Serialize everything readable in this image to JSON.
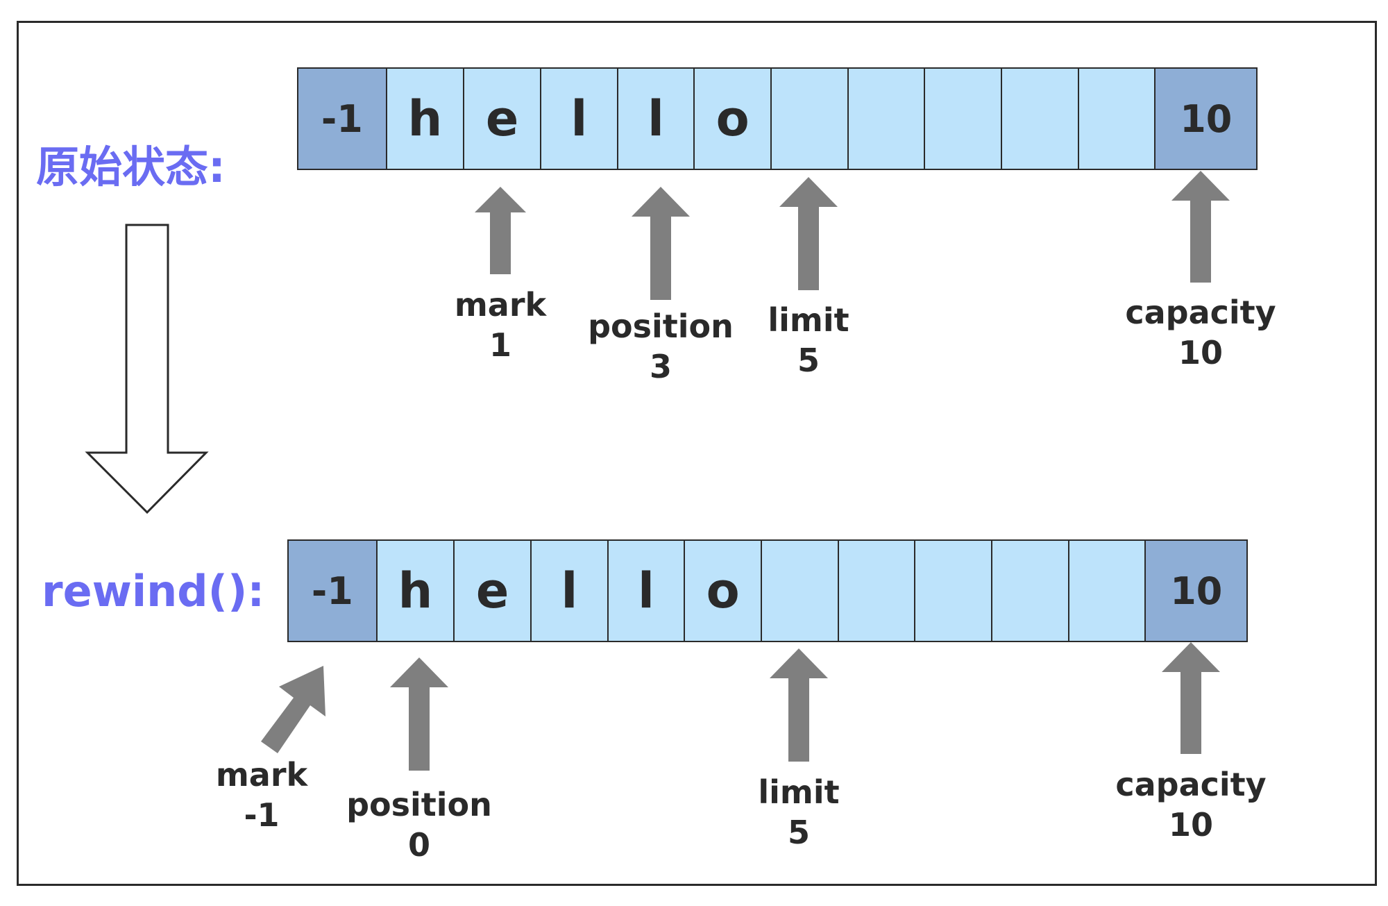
{
  "colors": {
    "label": "#6a6cf2",
    "cell_fill": "#bde3fb",
    "end_fill": "#8eaed6",
    "arrow": "#7f7f7f",
    "border": "#2a2a2a"
  },
  "states": [
    {
      "label": "原始状态:",
      "cells": [
        "-1",
        "h",
        "e",
        "l",
        "l",
        "o",
        "",
        "",
        "",
        "",
        "",
        "10"
      ],
      "pointers": [
        {
          "name": "mark",
          "value": "1"
        },
        {
          "name": "position",
          "value": "3"
        },
        {
          "name": "limit",
          "value": "5"
        },
        {
          "name": "capacity",
          "value": "10"
        }
      ]
    },
    {
      "label": "rewind():",
      "cells": [
        "-1",
        "h",
        "e",
        "l",
        "l",
        "o",
        "",
        "",
        "",
        "",
        "",
        "10"
      ],
      "pointers": [
        {
          "name": "mark",
          "value": "-1"
        },
        {
          "name": "position",
          "value": "0"
        },
        {
          "name": "limit",
          "value": "5"
        },
        {
          "name": "capacity",
          "value": "10"
        }
      ]
    }
  ]
}
